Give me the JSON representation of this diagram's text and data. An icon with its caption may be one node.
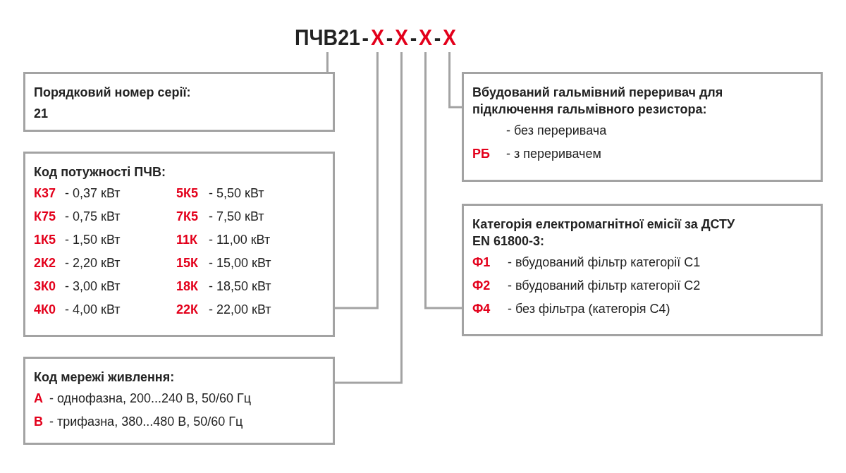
{
  "diagram": {
    "nodes": [
      {
        "text": [
          "ПЧВ21"
        ]
      },
      {
        "text": [
          "X"
        ]
      },
      {
        "text": [
          "X"
        ]
      },
      {
        "text": [
          "X"
        ]
      },
      {
        "text": [
          "X"
        ]
      },
      {
        "text": [
          "Порядковий номер серії:",
          "21"
        ]
      },
      {
        "text": [
          "Вбудований гальмівний переривач для підключення гальмівного резистора:",
          "- без переривача",
          "РБ",
          "- з переривачем"
        ]
      },
      {
        "text": [
          "Код потужності ПЧВ:",
          "К37",
          "- 0,37 кВт",
          "5К5",
          "- 5,50 кВт",
          "К75",
          "- 0,75 кВт",
          "7К5",
          "- 7,50 кВт",
          "1К5",
          "- 1,50 кВт",
          "11К",
          "- 11,00 кВт",
          "2К2",
          "- 2,20 кВт",
          "15К",
          "- 15,00 кВт",
          "3К0",
          "- 3,00 кВт",
          "18К",
          "- 18,50 кВт",
          "4К0",
          "- 4,00 кВт",
          "22К",
          "- 22,00 кВт"
        ]
      },
      {
        "text": [
          "Категорія електромагнітної емісії за ДСТУ EN 61800-3:",
          "Ф1",
          "- вбудований фільтр категорії С1",
          "Ф2",
          "- вбудований фільтр категорії С2",
          "Ф4",
          "- без фільтра (категорія С4)"
        ]
      },
      {
        "text": [
          "Код мережі живлення:",
          "А",
          "- однофазна, 200...240 В, 50/60 Гц",
          "В",
          "- трифазна, 380...480 В, 50/60 Гц"
        ]
      }
    ],
    "edges": [
      {
        "from": 0,
        "to": 5,
        "arrow": "none"
      },
      {
        "from": 1,
        "to": 7,
        "arrow": "none"
      },
      {
        "from": 2,
        "to": 9,
        "arrow": "none"
      },
      {
        "from": 3,
        "to": 8,
        "arrow": "none"
      },
      {
        "from": 4,
        "to": 6,
        "arrow": "none"
      }
    ],
    "labels": [
      "-",
      "-",
      "-",
      "-"
    ]
  }
}
